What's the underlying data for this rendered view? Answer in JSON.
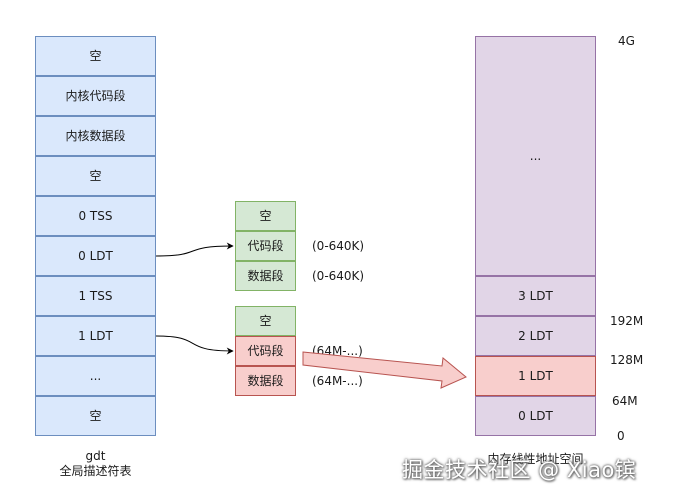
{
  "gdt": {
    "entries": [
      "空",
      "内核代码段",
      "内核数据段",
      "空",
      "0 TSS",
      "0 LDT",
      "1 TSS",
      "1 LDT",
      "...",
      "空"
    ],
    "caption_line1": "gdt",
    "caption_line2": "全局描述符表"
  },
  "ldt0": {
    "entries": [
      "空",
      "代码段",
      "数据段"
    ],
    "ranges": [
      "(0-640K)",
      "(0-640K)"
    ]
  },
  "ldt1": {
    "entries": [
      "空",
      "代码段",
      "数据段"
    ],
    "ranges": [
      "(64M-...)",
      "(64M-...)"
    ]
  },
  "memory": {
    "blocks": [
      "...",
      "3 LDT",
      "2 LDT",
      "1 LDT",
      "0 LDT"
    ],
    "address_labels": [
      "4G",
      "192M",
      "128M",
      "64M",
      "0"
    ],
    "caption": "内存线性地址空间"
  },
  "colors": {
    "gdt_fill": "#dae8fc",
    "gdt_border": "#6c8ebf",
    "ldt_green": "#d5e8d4",
    "ldt_red": "#f8cecc",
    "memory_fill": "#e1d5e7",
    "highlight": "#f8cecc"
  },
  "watermark": "掘金技术社区 @ Xiao镔"
}
